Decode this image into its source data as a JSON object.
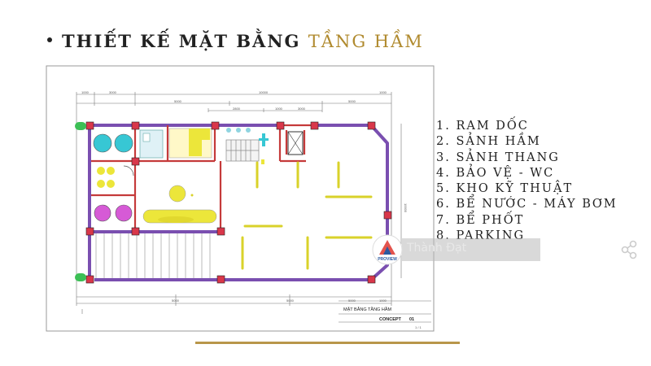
{
  "title": {
    "part1": "THIẾT KẾ MẶT BẰNG",
    "part2": "TẦNG HẦM"
  },
  "legend": [
    "1. RAM DỐC",
    "2. SẢNH HẦM",
    "3. SẢNH THANG",
    "4. BẢO VỆ - WC",
    "5. KHO KỸ THUẬT",
    "6. BỂ NƯỚC - MÁY BƠM",
    "7. BỂ PHỐT",
    "8. PARKING"
  ],
  "plan": {
    "title_block_name": "MẶT BẰNG TẦNG HẦM",
    "title_block_concept": "CONCEPT",
    "title_block_number": "01",
    "page": "1 / 1",
    "dims_top_outer": [
      "1000",
      "3000",
      "10000",
      "1000"
    ],
    "dims_top_inner": [
      "5000",
      "5000"
    ],
    "dims_top_detail": [
      "2800",
      "1000",
      "3000"
    ],
    "dims_bottom": [
      "5000",
      "5000",
      "5000",
      "1000"
    ],
    "dim_right": "10000"
  },
  "watermark": {
    "logo": "PROVIEW",
    "text": "Thành Đạt"
  },
  "colors": {
    "wall": "#7a4fb0",
    "column": "#d9374a",
    "yellow": "#ece63a",
    "cyan": "#37c7d4",
    "magenta": "#d65ad6",
    "green": "#3cbf55",
    "accent": "#b08a2e"
  }
}
